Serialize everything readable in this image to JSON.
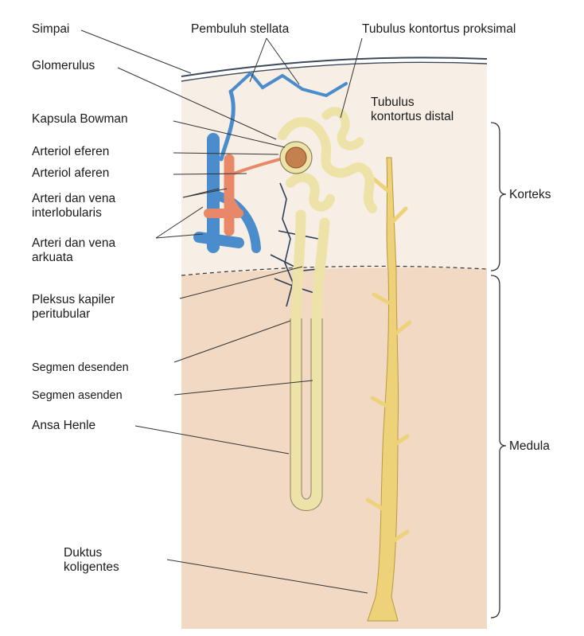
{
  "labels": {
    "simpai": "Simpai",
    "pembuluh_stellata": "Pembuluh stellata",
    "tubulus_kontortus_proksimal": "Tubulus kontortus proksimal",
    "glomerulus": "Glomerulus",
    "tubulus_kontortus_distal": "Tubulus kontortus distal",
    "kapsula_bowman": "Kapsula Bowman",
    "arteriol_eferen": "Arteriol eferen",
    "arteriol_aferen": "Arteriol aferen",
    "arteri_vena_interlobularis": "Arteri dan vena interlobularis",
    "korteks": "Korteks",
    "arteri_vena_arkuata": "Arteri dan vena arkuata",
    "pleksus_kapiler_peritubular": "Pleksus kapiler peritubular",
    "segmen_desenden": "Segmen desenden",
    "segmen_asenden": "Segmen asenden",
    "ansa_henle": "Ansa Henle",
    "medula": "Medula",
    "duktus_koligentes": "Duktus koligentes"
  },
  "colors": {
    "cortex": "#f7eee6",
    "medulla": "#f1d9c4",
    "capsule_line": "#3d4a5a",
    "vein": "#4a8ccc",
    "artery": "#e98868",
    "tubule": "#ede3a8",
    "tubule_outline": "#8d8355",
    "duct": "#eed27a",
    "leader": "#333333"
  }
}
